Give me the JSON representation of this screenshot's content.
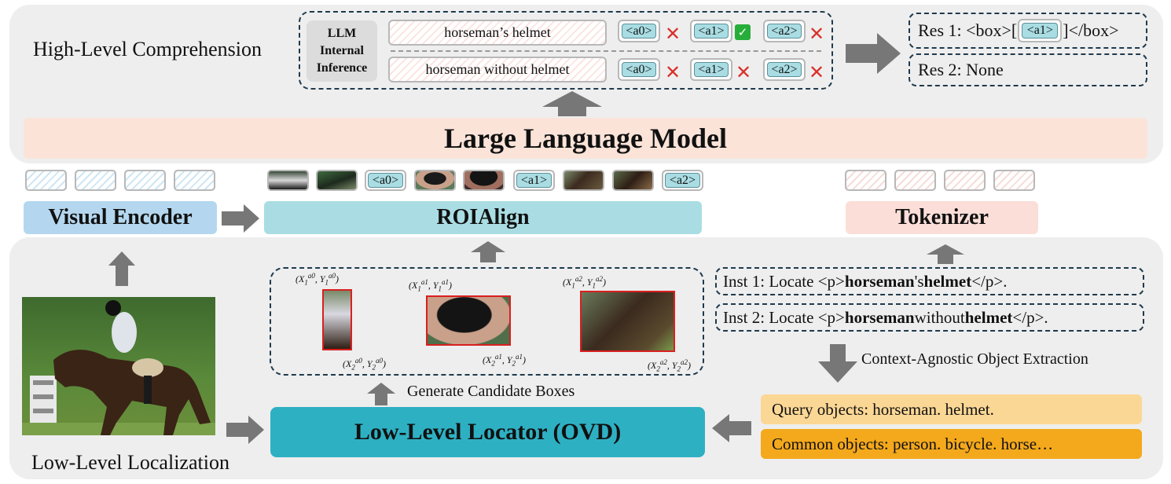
{
  "top_panel": {
    "title": "High-Level Comprehension",
    "llm_inference_label": "LLM Internal Inference",
    "rows": [
      {
        "text": "horseman’s helmet",
        "tokens": [
          "<a0>",
          "<a1>",
          "<a2>"
        ],
        "marks": [
          "cross",
          "check",
          "cross"
        ]
      },
      {
        "text": "horseman without helmet",
        "tokens": [
          "<a0>",
          "<a1>",
          "<a2>"
        ],
        "marks": [
          "cross",
          "cross",
          "cross"
        ]
      }
    ],
    "results": {
      "res1_prefix": "Res 1: <box>[",
      "res1_token": "<a1>",
      "res1_suffix": "]</box>",
      "res2": "Res 2: None"
    }
  },
  "llm": {
    "label": "Large Language Model"
  },
  "token_row": {
    "roi_tokens": [
      "<a0>",
      "<a1>",
      "<a2>"
    ]
  },
  "modules": {
    "visual_encoder": "Visual Encoder",
    "roialign": "ROIAlign",
    "tokenizer": "Tokenizer",
    "locator": "Low-Level Locator (OVD)"
  },
  "bottom_panel": {
    "title": "Low-Level Localization",
    "generate_label": "Generate Candidate Boxes",
    "extraction_label": "Context-Agnostic Object Extraction",
    "instructions": [
      {
        "prefix": "Inst 1: Locate <p> ",
        "b1": "horseman",
        "mid": "'s ",
        "b2": "helmet",
        "suffix": " </p>."
      },
      {
        "prefix": "Inst 2: Locate <p> ",
        "b1": "horseman",
        "mid": " without ",
        "b2": "helmet",
        "suffix": " </p>."
      }
    ],
    "query_objects": "Query objects: horseman. helmet.",
    "common_objects": "Common objects: person. bicycle. horse…",
    "boxes": [
      {
        "tl_x": "X",
        "tl_sup": "a0",
        "tl_sub": "1",
        "tl_y": "Y",
        "br_sup": "a0",
        "br_sub": "2"
      },
      {
        "tl_sup": "a1",
        "br_sup": "a1"
      },
      {
        "tl_sup": "a2",
        "br_sup": "a2"
      }
    ]
  },
  "colors": {
    "panel": "#eeeeee",
    "llm_bar": "#fbe3d8",
    "visual_encoder": "#b4d7ef",
    "roialign": "#a9dde3",
    "tokenizer": "#fbded8",
    "locator": "#2eb0c3",
    "query_objects": "#fbd795",
    "common_objects": "#f4a81c",
    "arrow": "#777777",
    "box_red": "#d92020"
  }
}
